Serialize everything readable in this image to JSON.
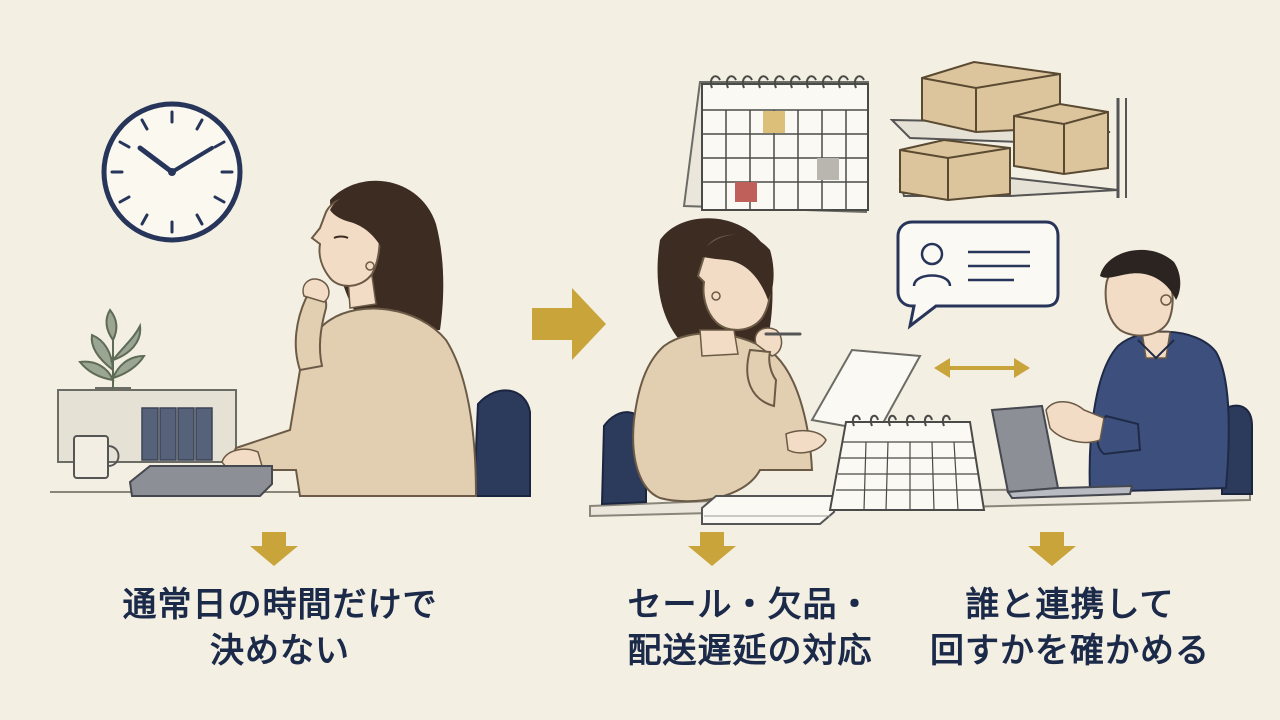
{
  "colors": {
    "background": "#f4efe3",
    "accent_gold": "#c9a43a",
    "navy": "#27355a",
    "sweater": "#e2cfb2",
    "hair": "#3d2c22",
    "box": "#dcc49c",
    "calendar_red": "#c0605a",
    "calendar_yellow": "#dcc07a",
    "calendar_gray": "#b9b6b0"
  },
  "icons": {
    "clock": "wall-clock-icon",
    "calendar": "wall-calendar-icon",
    "shelf": "inventory-shelf-icon",
    "chat": "contact-chat-bubble-icon",
    "arrow_right": "arrow-right-icon",
    "arrow_down": "arrow-down-icon",
    "arrow_both": "double-arrow-icon"
  },
  "captions": {
    "step1": {
      "line1": "通常日の時間だけで",
      "line2": "決めない"
    },
    "step2": {
      "line1": "セール・欠品・",
      "line2": "配送遅延の対応"
    },
    "step3": {
      "line1": "誰と連携して",
      "line2": "回すかを確かめる"
    }
  }
}
